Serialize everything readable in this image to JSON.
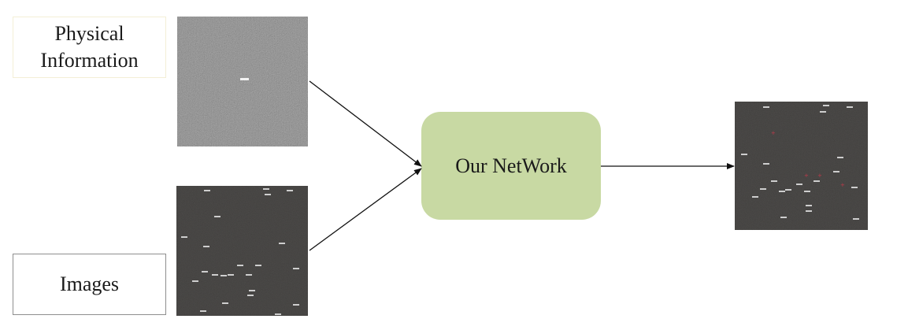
{
  "labels": {
    "physical_line1": "Physical",
    "physical_line2": "Information",
    "images": "Images"
  },
  "network": {
    "label": "Our NetWork"
  },
  "colors": {
    "network_fill": "#c8d9a3",
    "noise_background": "#6a6a6a",
    "stars_background": "#2e2c2a",
    "streak": "#e6e6e6",
    "marker": "#c0394b"
  }
}
